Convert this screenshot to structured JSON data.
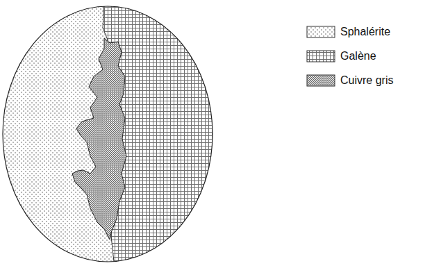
{
  "diagram": {
    "legend": [
      {
        "text": "Sphalérite"
      },
      {
        "text": "Galène"
      },
      {
        "text": "Cuivre gris"
      }
    ]
  }
}
